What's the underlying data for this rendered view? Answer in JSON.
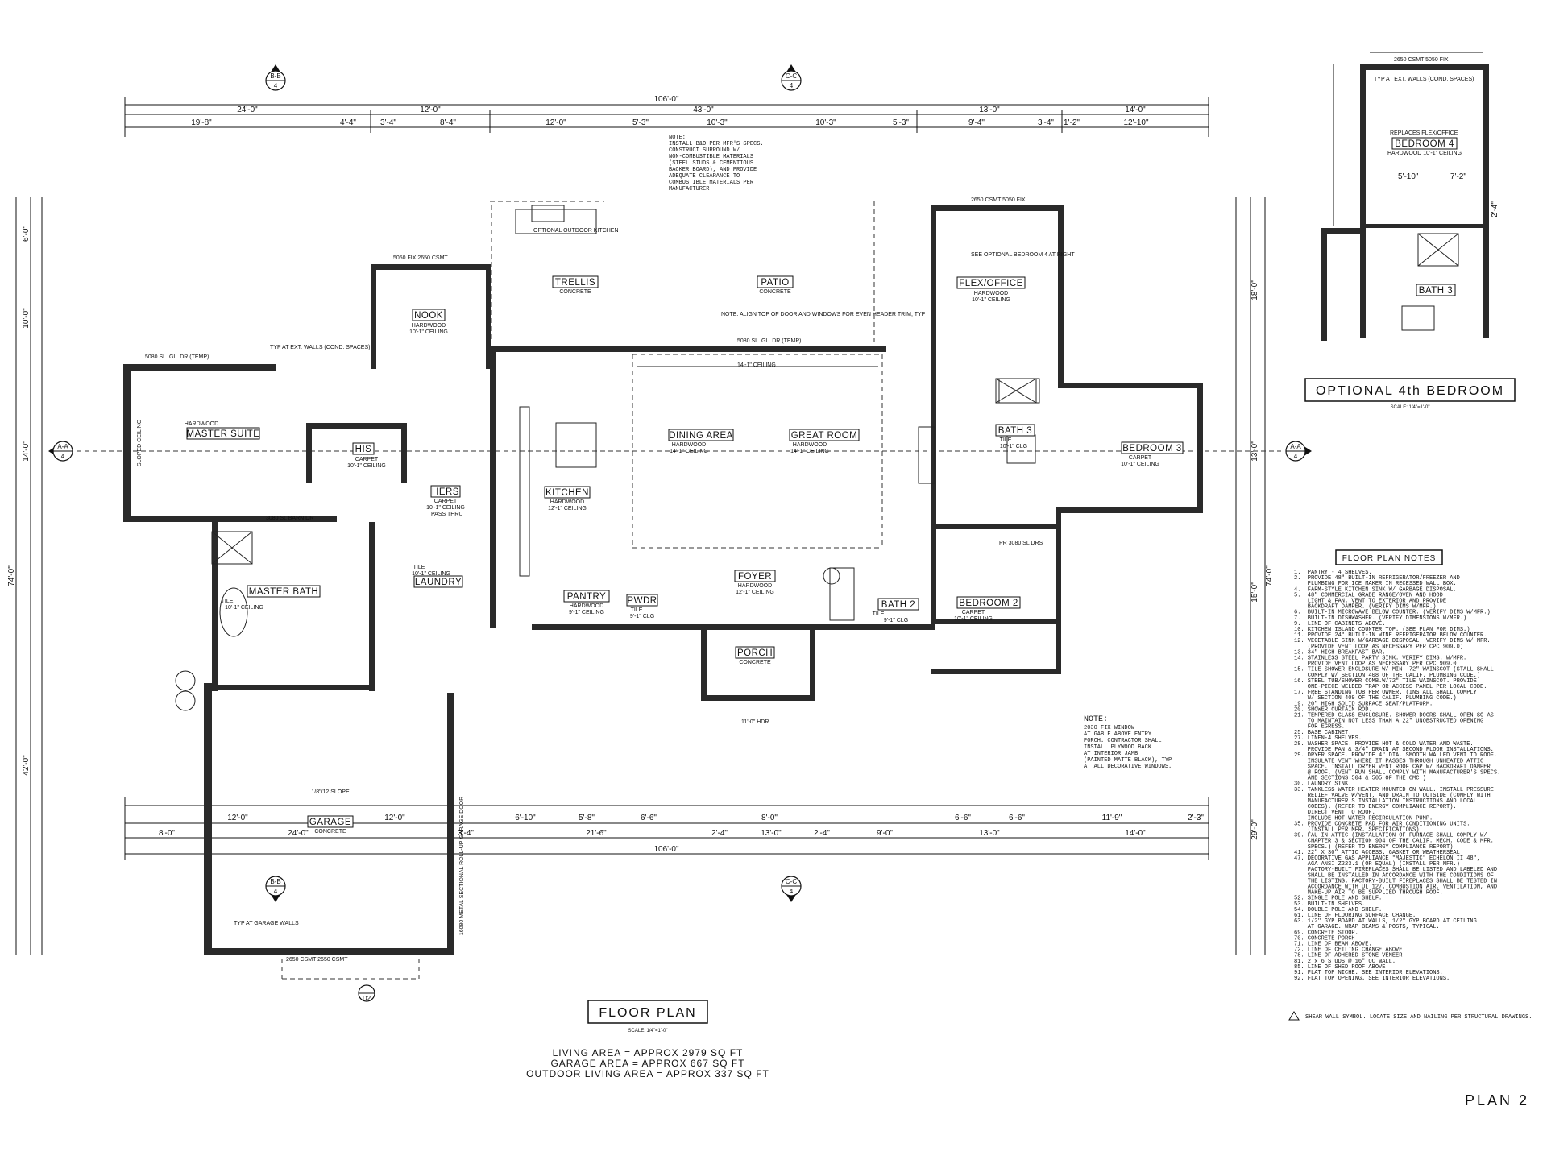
{
  "sheet": {
    "title": "FLOOR PLAN",
    "scale": "SCALE: 1/4\"=1'-0\"",
    "sheet_label": "PLAN 2",
    "areas": [
      "LIVING AREA = APPROX 2979 SQ FT",
      "GARAGE AREA = APPROX 667 SQ FT",
      "OUTDOOR LIVING AREA = APPROX 337 SQ FT"
    ]
  },
  "optional": {
    "title": "OPTIONAL 4th BEDROOM",
    "scale": "SCALE: 1/4\"=1'-0\"",
    "replaces": "REPLACES FLEX/OFFICE",
    "bedroom": "BEDROOM 4",
    "bedroom_sub": "HARDWOOD 10'-1\" CEILING",
    "bath": "BATH 3",
    "windows": "2650 CSMT   5050 FIX",
    "note": "TYP AT EXT. WALLS (COND. SPACES)",
    "dims": [
      "5'-10\"",
      "7'-2\"",
      "2'-4\""
    ]
  },
  "rooms": [
    {
      "id": "nook",
      "label": "NOOK",
      "sub1": "HARDWOOD",
      "sub2": "10'-1\" CEILING"
    },
    {
      "id": "trellis",
      "label": "TRELLIS",
      "sub1": "CONCRETE",
      "sub2": ""
    },
    {
      "id": "patio",
      "label": "PATIO",
      "sub1": "CONCRETE",
      "sub2": ""
    },
    {
      "id": "flex",
      "label": "FLEX/OFFICE",
      "sub1": "HARDWOOD",
      "sub2": "10'-1\" CEILING"
    },
    {
      "id": "master",
      "label": "MASTER SUITE",
      "sub1": "HARDWOOD",
      "sub2": "SLOPED CEILING"
    },
    {
      "id": "his",
      "label": "HIS",
      "sub1": "CARPET",
      "sub2": "10'-1\" CEILING"
    },
    {
      "id": "hers",
      "label": "HERS",
      "sub1": "CARPET",
      "sub2": "10'-1\" CEILING"
    },
    {
      "id": "kitchen",
      "label": "KITCHEN",
      "sub1": "HARDWOOD",
      "sub2": "12'-1\" CEILING"
    },
    {
      "id": "dining",
      "label": "DINING AREA",
      "sub1": "HARDWOOD",
      "sub2": "14'-1\" CEILING"
    },
    {
      "id": "great",
      "label": "GREAT ROOM",
      "sub1": "HARDWOOD",
      "sub2": "14'-1\" CEILING"
    },
    {
      "id": "bath3",
      "label": "BATH 3",
      "sub1": "TILE",
      "sub2": "10'-1\" CLG"
    },
    {
      "id": "bed3",
      "label": "BEDROOM 3",
      "sub1": "CARPET",
      "sub2": "10'-1\" CEILING"
    },
    {
      "id": "mbath",
      "label": "MASTER BATH",
      "sub1": "TILE",
      "sub2": "10'-1\" CEILING"
    },
    {
      "id": "laundry",
      "label": "LAUNDRY",
      "sub1": "TILE",
      "sub2": "10'-1\" CEILING"
    },
    {
      "id": "pantry",
      "label": "PANTRY",
      "sub1": "HARDWOOD",
      "sub2": "9'-1\" CEILING"
    },
    {
      "id": "pwdr",
      "label": "PWDR",
      "sub1": "TILE",
      "sub2": "9'-1\" CLG"
    },
    {
      "id": "foyer",
      "label": "FOYER",
      "sub1": "HARDWOOD",
      "sub2": "12'-1\" CEILING"
    },
    {
      "id": "porch",
      "label": "PORCH",
      "sub1": "CONCRETE",
      "sub2": ""
    },
    {
      "id": "bath2",
      "label": "BATH 2",
      "sub1": "TILE",
      "sub2": "9'-1\" CLG"
    },
    {
      "id": "bed2",
      "label": "BEDROOM 2",
      "sub1": "CARPET",
      "sub2": "10'-1\" CEILING"
    },
    {
      "id": "garage",
      "label": "GARAGE",
      "sub1": "CONCRETE",
      "sub2": ""
    }
  ],
  "dims": {
    "top_overall": "106'-0\"",
    "top_row1": [
      "24'-0\"",
      "12'-0\"",
      "43'-0\"",
      "13'-0\"",
      "14'-0\""
    ],
    "top_row2": [
      "19'-8\"",
      "4'-4\"",
      "3'-4\"",
      "8'-4\"",
      "12'-0\"",
      "5'-3\"",
      "10'-3\"",
      "10'-3\"",
      "5'-3\"",
      "9'-4\"",
      "3'-4\"",
      "1'-2\"",
      "12'-10\""
    ],
    "bottom_overall": "106'-0\"",
    "bottom_row1": [
      "8'-0\"",
      "24'-0\"",
      "3'-4\"",
      "21'-6\"",
      "2'-4\"",
      "13'-0\"",
      "2'-4\"",
      "9'-0\"",
      "13'-0\"",
      "14'-0\""
    ],
    "bottom_row2": [
      "12'-0\"",
      "12'-0\"",
      "6'-10\"",
      "5'-8\"",
      "6'-6\"",
      "8'-0\"",
      "6'-6\"",
      "6'-6\"",
      "11'-9\"",
      "2'-3\""
    ],
    "left_overall": "74'-0\"",
    "right_overall": "74'-0\"",
    "left_row": [
      "6'-0\"",
      "10'-0\"",
      "14'-0\"",
      "42'-0\""
    ],
    "right_row": [
      "18'-0\"",
      "13'-0\"",
      "15'-0\"",
      "29'-0\""
    ]
  },
  "notes_main": {
    "head": "NOTE:",
    "lines": [
      "INSTALL B&O PER MFR'S SPECS.",
      "CONSTRUCT SURROUND W/",
      "NON-COMBUSTIBLE MATERIALS",
      "(STEEL STUDS & CEMENTIOUS",
      "BACKER BOARD), AND PROVIDE",
      "ADEQUATE CLEARANCE TO",
      "COMBUSTIBLE MATERIALS PER",
      "MANUFACTURER."
    ]
  },
  "notes_porch": {
    "head": "NOTE:",
    "lines": [
      "2030 FIX WINDOW",
      "AT GABLE ABOVE ENTRY",
      "PORCH. CONTRACTOR SHALL",
      "INSTALL PLYWOOD BACK",
      "AT INTERIOR JAMB",
      "(PAINTED MATTE BLACK), TYP",
      "AT ALL DECORATIVE WINDOWS."
    ]
  },
  "legend": {
    "title": "FLOOR PLAN NOTES",
    "items": [
      "1.  PANTRY - 4 SHELVES.",
      "2.  PROVIDE 48\" BUILT-IN REFRIGERATOR/FREEZER AND",
      "    PLUMBING FOR ICE MAKER IN RECESSED WALL BOX.",
      "4.  FARM-STYLE KITCHEN SINK W/ GARBAGE DISPOSAL.",
      "5.  48\" COMMERCIAL GRADE RANGE/OVEN AND HOOD",
      "    LIGHT & FAN. VENT TO EXTERIOR AND PROVIDE",
      "    BACKDRAFT DAMPER. (VERIFY DIMS W/MFR.)",
      "6.  BUILT-IN MICROWAVE BELOW COUNTER. (VERIFY DIMS W/MFR.)",
      "7.  BUILT-IN DISHWASHER. (VERIFY DIMENSIONS W/MFR.)",
      "9.  LINE OF CABINETS ABOVE.",
      "10. KITCHEN ISLAND COUNTER TOP. (SEE PLAN FOR DIMS.)",
      "11. PROVIDE 24\" BUILT-IN WINE REFRIGERATOR BELOW COUNTER.",
      "12. VEGETABLE SINK W/GARBAGE DISPOSAL. VERIFY DIMS W/ MFR.",
      "    (PROVIDE VENT LOOP AS NECESSARY PER CPC 909.0)",
      "13. 34\" HIGH BREAKFAST BAR.",
      "14. STAINLESS STEEL PARTY SINK. VERIFY DIMS. W/MFR.",
      "    PROVIDE VENT LOOP AS NECESSARY PER CPC 909.0",
      "15. TILE SHOWER ENCLOSURE W/ MIN. 72\" WAINSCOT (STALL SHALL",
      "    COMPLY W/ SECTION 408 OF THE CALIF. PLUMBING CODE.)",
      "16. STEEL TUB/SHOWER COMB.W/72\" TILE WAINSCOT. PROVIDE",
      "    ONE-PIECE WELDED TRAP OR ACCESS PANEL PER LOCAL CODE.",
      "17. FREE STANDING TUB PER OWNER. (INSTALL SHALL COMPLY",
      "    W/ SECTION 409 OF THE CALIF. PLUMBING CODE.)",
      "19. 20\" HIGH SOLID SURFACE SEAT/PLATFORM.",
      "20. SHOWER CURTAIN ROD.",
      "21. TEMPERED GLASS ENCLOSURE. SHOWER DOORS SHALL OPEN SO AS",
      "    TO MAINTAIN NOT LESS THAN A 22\" UNOBSTRUCTED OPENING",
      "    FOR EGRESS.",
      "25. BASE CABINET.",
      "27. LINEN-4 SHELVES.",
      "28. WASHER SPACE. PROVIDE HOT & COLD WATER AND WASTE.",
      "    PROVIDE PAN & 3/4\" DRAIN AT SECOND FLOOR INSTALLATIONS.",
      "29. DRYER SPACE. PROVIDE 4\" DIA. SMOOTH WALLED VENT TO ROOF.",
      "    INSULATE VENT WHERE IT PASSES THROUGH UNHEATED ATTIC",
      "    SPACE. INSTALL DRYER VENT ROOF CAP W/ BACKDRAFT DAMPER",
      "    @ ROOF. (VENT RUN SHALL COMPLY WITH MANUFACTURER'S SPECS.",
      "    AND SECTIONS 504 & 505 OF THE CMC.)",
      "30. LAUNDRY SINK.",
      "33. TANKLESS WATER HEATER MOUNTED ON WALL. INSTALL PRESSURE",
      "    RELIEF VALVE W/VENT, AND DRAIN TO OUTSIDE (COMPLY WITH",
      "    MANUFACTURER'S INSTALLATION INSTRUCTIONS AND LOCAL",
      "    CODES). (REFER TO ENERGY COMPLIANCE REPORT).",
      "    DIRECT VENT TO ROOF.",
      "    INCLUDE HOT WATER RECIRCULATION PUMP.",
      "35. PROVIDE CONCRETE PAD FOR AIR CONDITIONING UNITS.",
      "    (INSTALL PER MFR. SPECIFICATIONS)",
      "39. FAU IN ATTIC (INSTALLATION OF FURNACE SHALL COMPLY W/",
      "    CHAPTER 3 & SECTION 904 OF THE CALIF. MECH. CODE & MFR.",
      "    SPECS.) (REFER TO ENERGY COMPLIANCE REPORT)",
      "41. 22\" X 30\" ATTIC ACCESS. GASKET OR WEATHERSEAL",
      "47. DECORATIVE GAS APPLIANCE \"MAJESTIC\" ECHELON II 48\",",
      "    AGA ANSI Z223.1 (OR EQUAL) (INSTALL PER MFR.)",
      "    FACTORY-BUILT FIREPLACES SHALL BE LISTED AND LABELED AND",
      "    SHALL BE INSTALLED IN ACCORDANCE WITH THE CONDITIONS OF",
      "    THE LISTING. FACTORY-BUILT FIREPLACES SHALL BE TESTED IN",
      "    ACCORDANCE WITH UL 127. COMBUSTION AIR, VENTILATION, AND",
      "    MAKE-UP AIR TO BE SUPPLIED THROUGH ROOF.",
      "52. SINGLE POLE AND SHELF.",
      "53. BUILT-IN SHELVES.",
      "54. DOUBLE POLE AND SHELF.",
      "61. LINE OF FLOORING SURFACE CHANGE.",
      "63. 1/2\" GYP BOARD AT WALLS, 1/2\" GYP BOARD AT CEILING",
      "    AT GARAGE. WRAP BEAMS & POSTS, TYPICAL.",
      "69. CONCRETE STOOP.",
      "70. CONCRETE PORCH",
      "71. LINE OF BEAM ABOVE.",
      "72. LINE OF CEILING CHANGE ABOVE.",
      "78. LINE OF ADHERED STONE VENEER.",
      "81. 2 x 6 STUDS @ 16\" OC WALL.",
      "85. LINE OF SHED ROOF ABOVE.",
      "91. FLAT TOP NICHE. SEE INTERIOR ELEVATIONS.",
      "92. FLAT TOP OPENING. SEE INTERIOR ELEVATIONS."
    ],
    "shear": "SHEAR WALL SYMBOL. LOCATE SIZE AND NAILING PER STRUCTURAL DRAWINGS."
  },
  "markers": {
    "bb": "B-B",
    "cc": "C-C",
    "aa": "A-A",
    "sheet_no": "4",
    "d2": "D2"
  },
  "labels": {
    "outdoor_kitchen": "OPTIONAL OUTDOOR KITCHEN",
    "ceiling_14": "14'-1\" CEILING",
    "master_door": "5080 SL. GL. DR (TEMP)",
    "nook_win": "5050 FIX   2650 CSMT",
    "flex_win": "2650 CSMT   5050 FIX",
    "patio_door": "5080 SL. GL. DR (TEMP)",
    "barn_dr": "3080 SL BARN DR",
    "pass_thru": "PASS THRU",
    "opt_bed4": "SEE OPTIONAL BEDROOM 4 AT RIGHT",
    "header_note": "NOTE: ALIGN TOP OF DOOR AND WINDOWS FOR EVEN HEADER TRIM, TYP",
    "bed2_door": "PR 3080 SL DRS",
    "garage_door": "16080 METAL SECTIONAL ROLL-UP GARAGE DOOR",
    "garage_slope": "1/8\"/12 SLOPE",
    "garage_walls": "TYP AT GARAGE WALLS",
    "garage_win": "2650 CSMT   2650 CSMT",
    "ext_walls": "TYP AT EXT. WALLS (COND. SPACES)",
    "porch_hdr": "11'-0\" HDR"
  }
}
